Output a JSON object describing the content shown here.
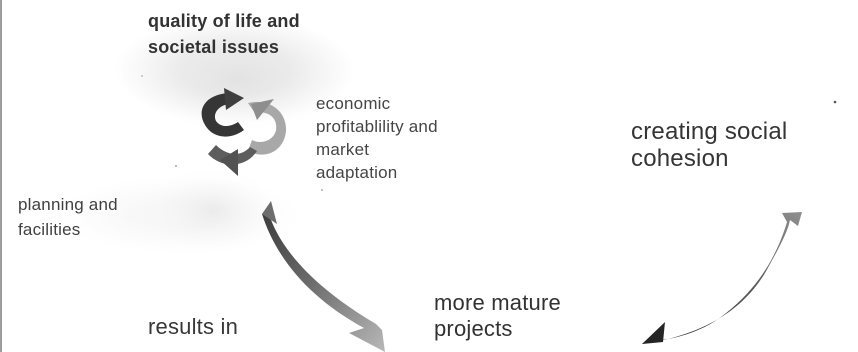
{
  "labels": {
    "quality": "quality of life and\nsocietal issues",
    "economic": "economic\nprofitablility and\nmarket\nadaptation",
    "planning": "planning and\nfacilities",
    "results": "results in",
    "mature": "more mature\nprojects",
    "social": "creating social\ncohesion"
  },
  "colors": {
    "text": "#3d3d3d",
    "arrow_dark": "#2f2f2f",
    "arrow_mid": "#6f6f6f",
    "arrow_light": "#a7a7a7"
  }
}
